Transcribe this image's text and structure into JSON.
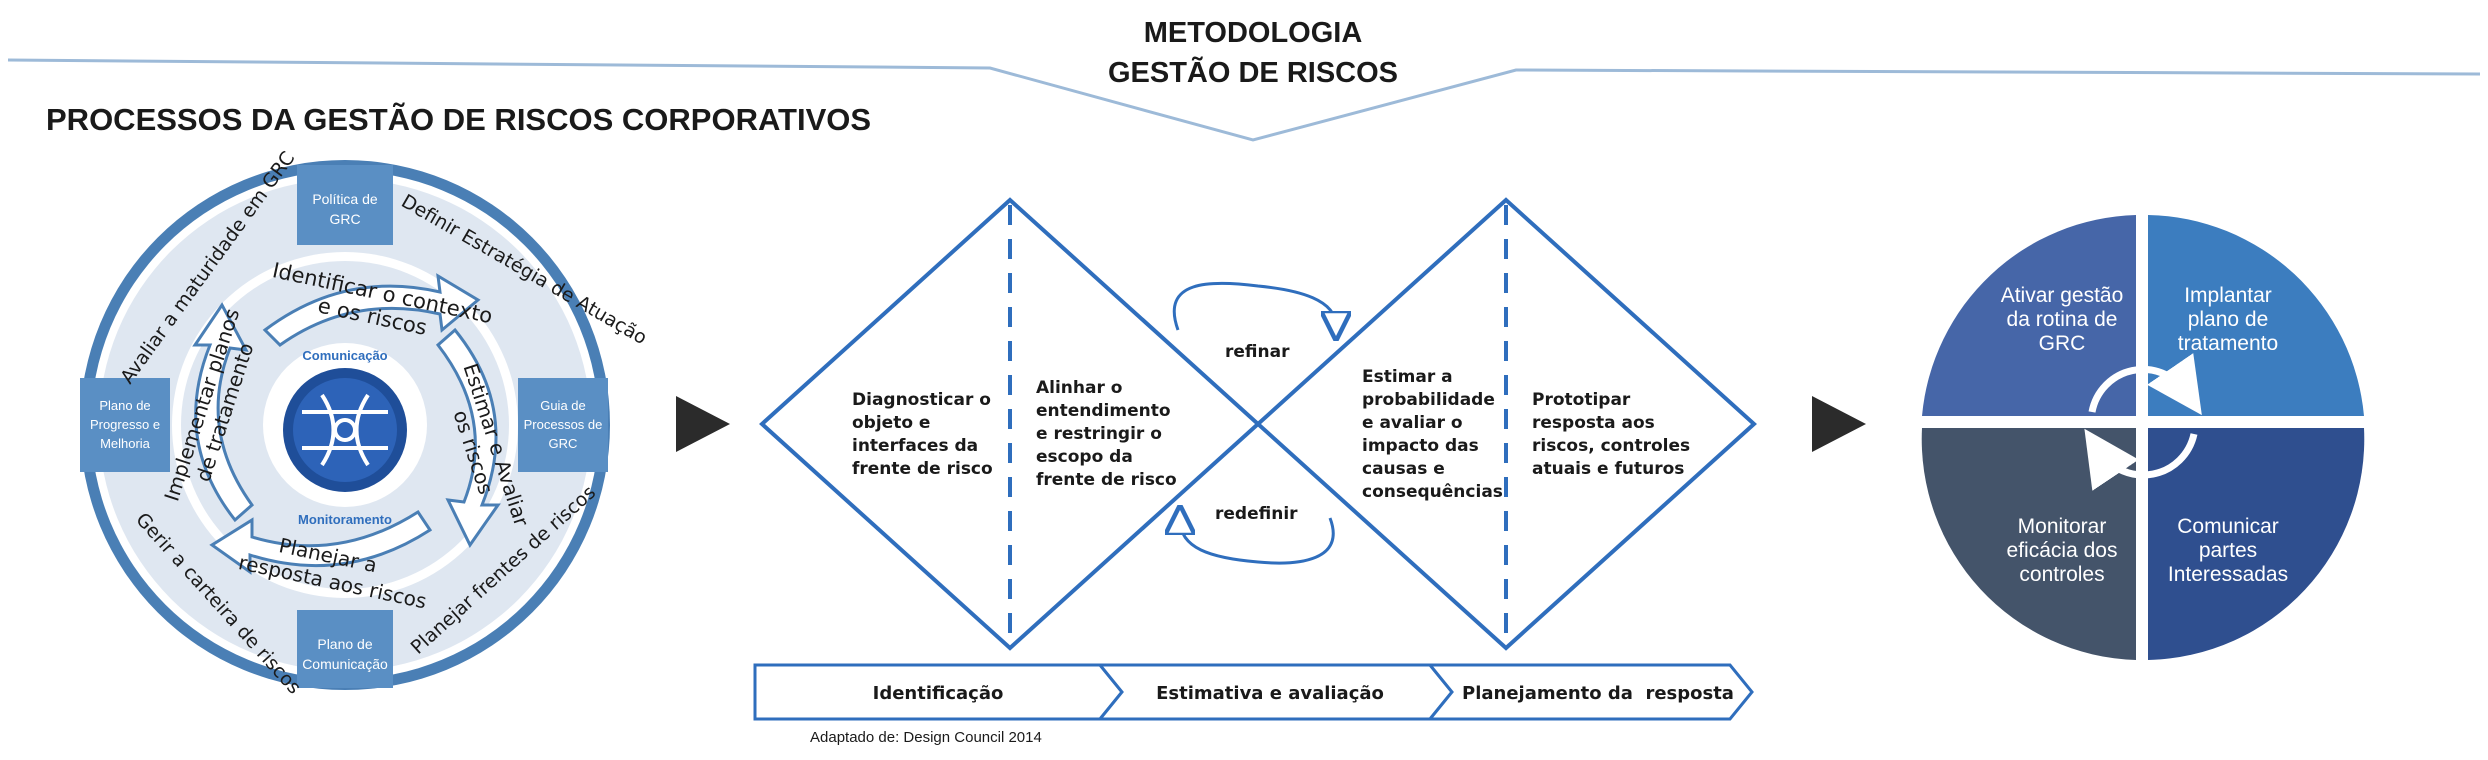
{
  "header": {
    "title_line1": "METODOLOGIA",
    "title_line2": "GESTÃO DE RISCOS",
    "section_title": "PROCESSOS DA GESTÃO DE RISCOS CORPORATIVOS"
  },
  "wheel": {
    "boxes": {
      "top": [
        "Política de",
        "GRC"
      ],
      "right": [
        "Guia de",
        "Processos de",
        "GRC"
      ],
      "bottom": [
        "Plano de",
        "Comunicação"
      ],
      "left": [
        "Plano de",
        "Progresso e",
        "Melhoria"
      ]
    },
    "outer_labels": {
      "top_left": "Avaliar a maturidade em GRC",
      "top_right": "Definir Estratégia de Atuação",
      "bottom_right": "Planejar frentes de riscos",
      "bottom_left": "Gerir a carteira de riscos"
    },
    "inner_labels": {
      "top": [
        "Identificar o contexto",
        "e os riscos"
      ],
      "right": [
        "Estimar e Avaliar",
        "os riscos"
      ],
      "bottom": [
        "Planejar a",
        "resposta aos riscos"
      ],
      "left": [
        "Implementar planos",
        "de tratamento"
      ]
    },
    "center_top": "Comunicação",
    "center_bottom": "Monitoramento"
  },
  "diamond": {
    "left_left": [
      "Diagnosticar o",
      "objeto e",
      "interfaces da",
      "frente de risco"
    ],
    "left_right": [
      "Alinhar o",
      "entendimento",
      "e restringir o",
      "escopo da",
      "frente de risco"
    ],
    "right_left": [
      "Estimar a",
      "probabilidade",
      "e avaliar o",
      "impacto das",
      "causas e",
      "consequências"
    ],
    "right_right": [
      "Prototipar",
      "resposta aos",
      "riscos, controles",
      "atuais e futuros"
    ],
    "loop_top": "refinar",
    "loop_bottom": "redefinir"
  },
  "phases": [
    "Identificação",
    "Estimativa e avaliação",
    "Planejamento da  resposta"
  ],
  "source_note": "Adaptado de: Design Council 2014",
  "quadrants": {
    "top_left": [
      "Ativar gestão",
      "da rotina de",
      "GRC"
    ],
    "top_right": [
      "Implantar",
      "plano de",
      "tratamento"
    ],
    "bottom_left": [
      "Monitorar",
      "eficácia dos",
      "controles"
    ],
    "bottom_right": [
      "Comunicar",
      "partes",
      "Interessadas"
    ]
  },
  "colors": {
    "ring_blue": "#4a7fb5",
    "ring_light": "#dfe7f1",
    "box_blue": "#5a8fc4",
    "diamond_blue": "#2f6ebd",
    "q_top_left": "#4666a8",
    "q_top_right": "#3c7dbf",
    "q_bottom_left": "#44546a",
    "q_bottom_right": "#2f4f8f",
    "arrow_dark": "#2b2b2b"
  }
}
